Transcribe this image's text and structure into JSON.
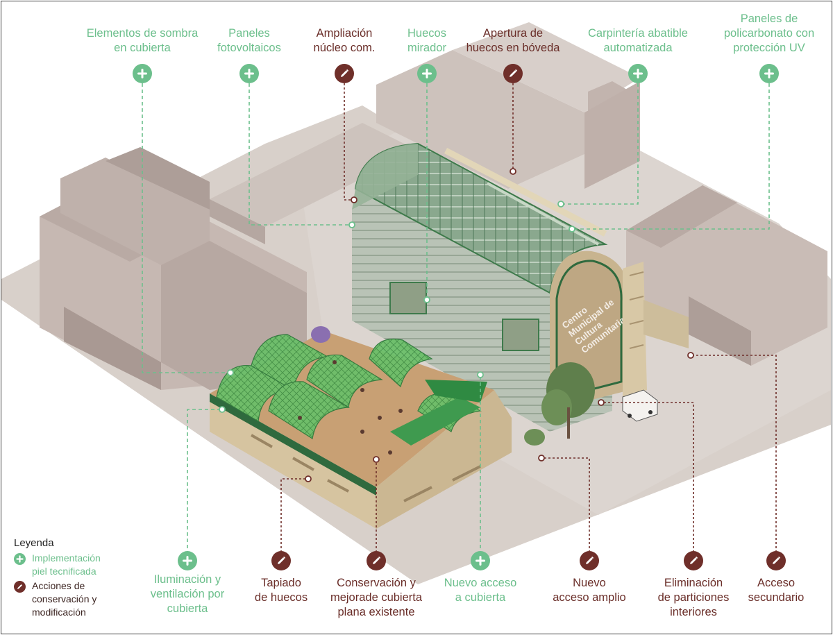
{
  "colors": {
    "implementation": "#6cbf8c",
    "conservation": "#6f2f2a",
    "context_buildings": "#cbbfb8",
    "structure": "#d9c9a8",
    "roof_deck": "#c9a27a",
    "vault_glass": "#7f9f85"
  },
  "icons": {
    "implementation": "plus-icon",
    "conservation": "pencil-icon"
  },
  "building_sign": "Centro\nMunicipal de\nCultura\nComunitaria",
  "legend": {
    "title": "Leyenda",
    "items": [
      {
        "kind": "implementation",
        "label": "Implementación\npiel tecnificada"
      },
      {
        "kind": "conservation",
        "label": "Acciones de\nconservación y\nmodificación"
      }
    ]
  },
  "annotations": [
    {
      "id": "sombra-cubierta",
      "kind": "implementation",
      "label": "Elementos de sombra\nen cubierta"
    },
    {
      "id": "fotovoltaicos",
      "kind": "implementation",
      "label": "Paneles\nfotovoltaicos"
    },
    {
      "id": "ampliacion-nucleo",
      "kind": "conservation",
      "label": "Ampliación\nnúcleo com."
    },
    {
      "id": "huecos-mirador",
      "kind": "implementation",
      "label": "Huecos\nmirador"
    },
    {
      "id": "apertura-boveda",
      "kind": "conservation",
      "label": "Apertura de\nhuecos en bóveda"
    },
    {
      "id": "carpinteria",
      "kind": "implementation",
      "label": "Carpintería abatible\nautomatizada"
    },
    {
      "id": "policarbonato",
      "kind": "implementation",
      "label": "Paneles de\npolicarbonato con\nprotección UV"
    },
    {
      "id": "iluminacion",
      "kind": "implementation",
      "label": "Iluminación y\nventilación por\ncubierta"
    },
    {
      "id": "tapiado",
      "kind": "conservation",
      "label": "Tapiado\nde huecos"
    },
    {
      "id": "cubierta-plana",
      "kind": "conservation",
      "label": "Conservación y\nmejorade cubierta\nplana existente"
    },
    {
      "id": "acceso-cubierta",
      "kind": "implementation",
      "label": "Nuevo acceso\na cubierta"
    },
    {
      "id": "acceso-amplio",
      "kind": "conservation",
      "label": "Nuevo\nacceso amplio"
    },
    {
      "id": "particiones",
      "kind": "conservation",
      "label": "Eliminación\nde particiones\ninteriores"
    },
    {
      "id": "acceso-secundario",
      "kind": "conservation",
      "label": "Acceso\nsecundario"
    }
  ]
}
